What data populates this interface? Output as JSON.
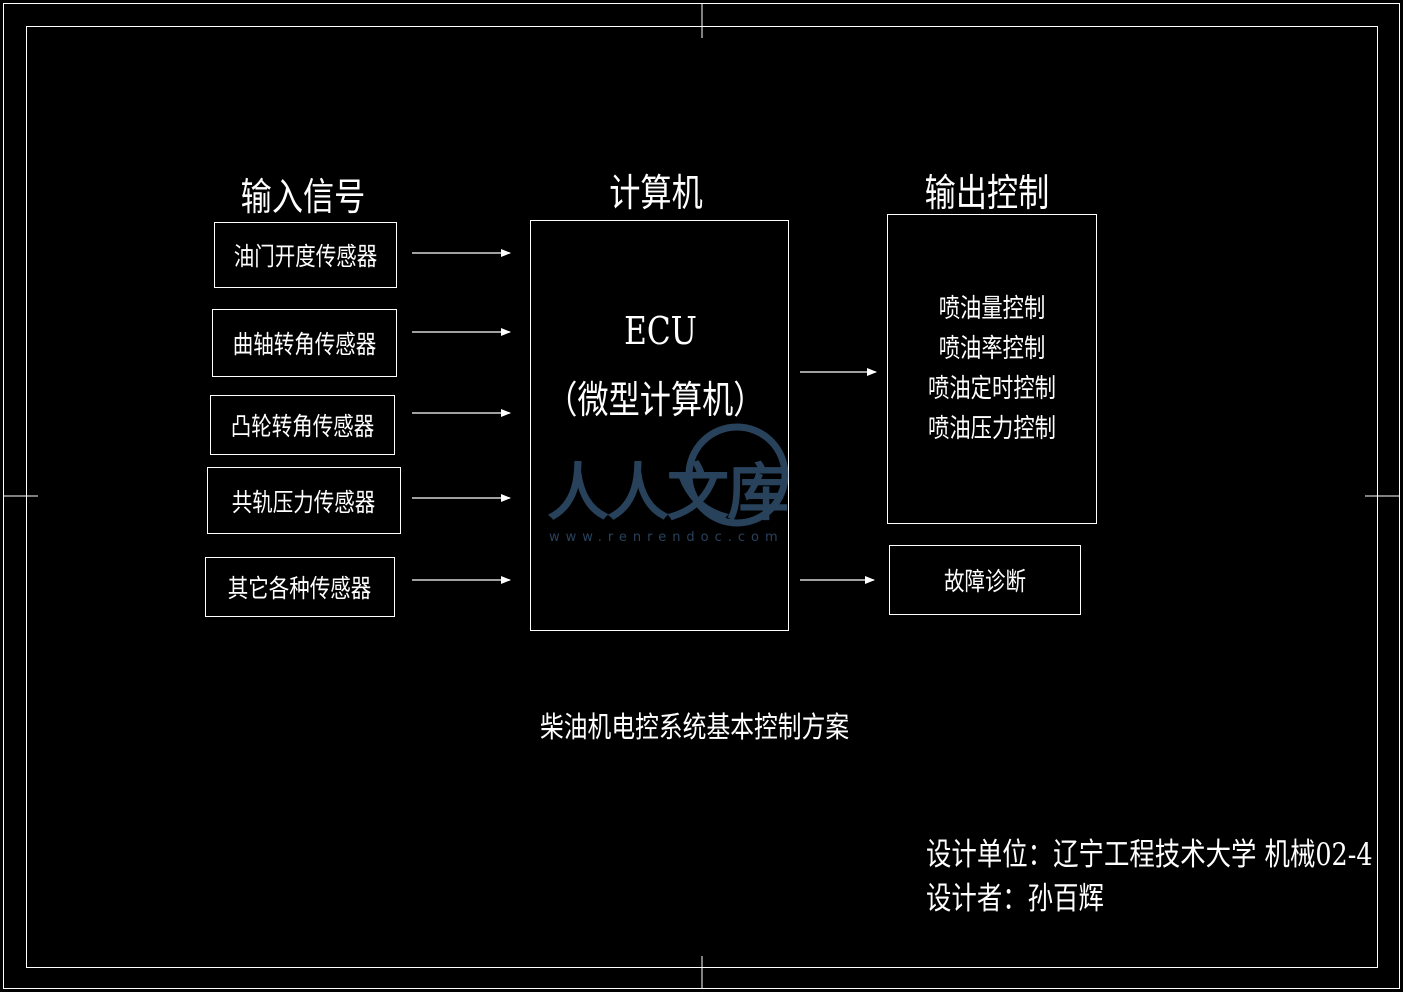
{
  "headings": {
    "input": "输入信号",
    "computer": "计算机",
    "output": "输出控制"
  },
  "inputs": [
    "油门开度传感器",
    "曲轴转角传感器",
    "凸轮转角传感器",
    "共轨压力传感器",
    "其它各种传感器"
  ],
  "ecu": {
    "line1": "ECU",
    "line2": "（微型计算机）"
  },
  "outputs": [
    "喷油量控制",
    "喷油率控制",
    "喷油定时控制",
    "喷油压力控制"
  ],
  "diagnosis": "故障诊断",
  "caption": "柴油机电控系统基本控制方案",
  "designer": {
    "unit_line": "设计单位：辽宁工程技术大学 机械02-4",
    "name_line": "设计者：孙百辉"
  },
  "watermark": {
    "brand": "人人文库",
    "url": "www.renrendoc.com"
  },
  "colors": {
    "background": "#000000",
    "foreground": "#ffffff",
    "watermark": "#4a78a8"
  }
}
